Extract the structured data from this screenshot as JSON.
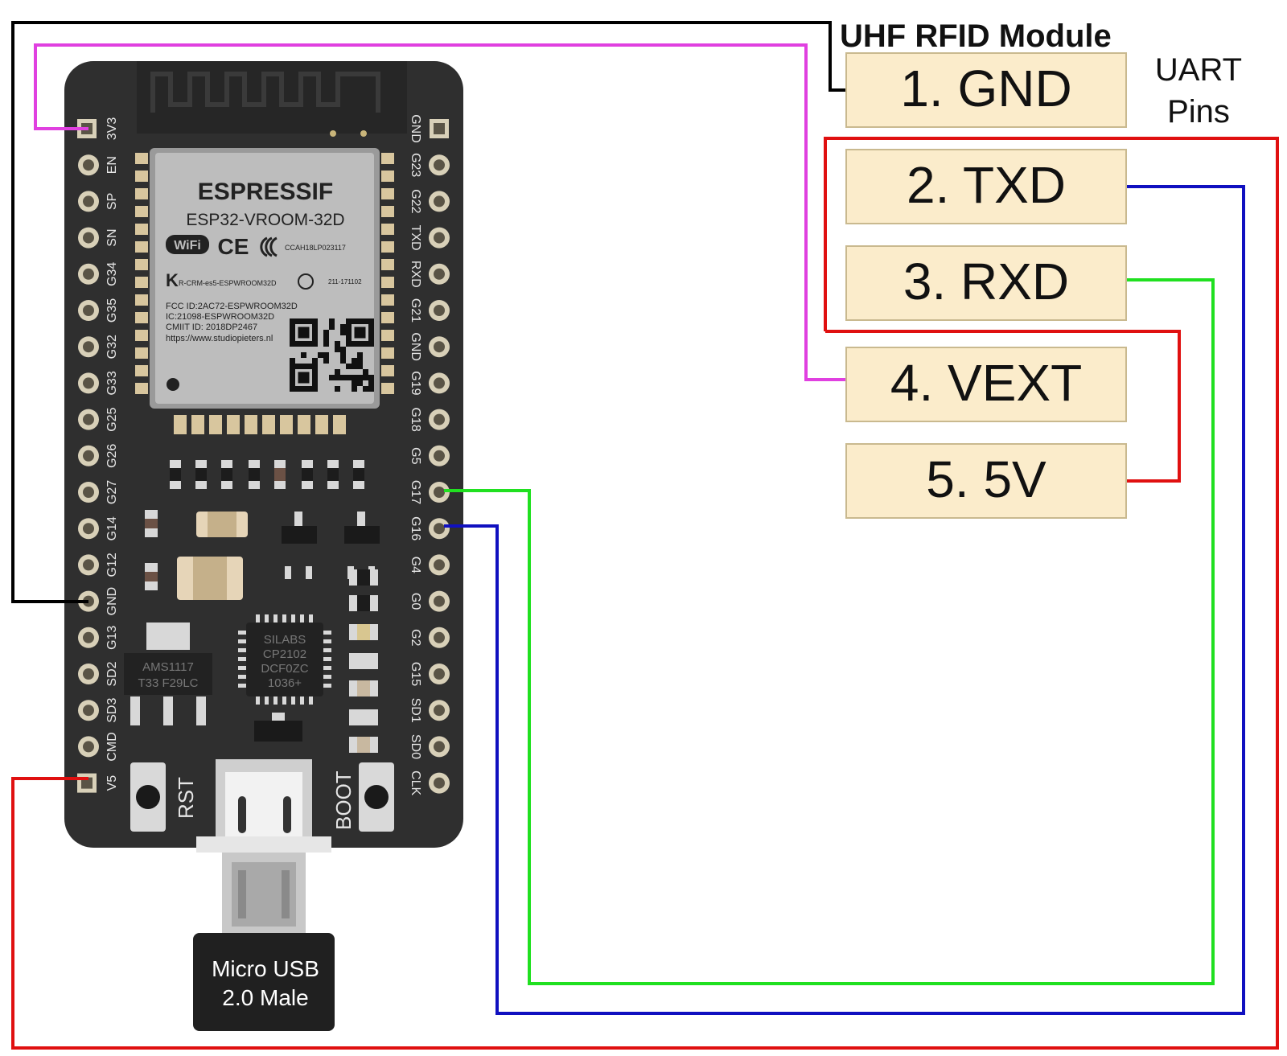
{
  "module": {
    "title": "UHF RFID Module",
    "side_label_line1": "UART",
    "side_label_line2": "Pins",
    "pins": [
      {
        "label": "1. GND"
      },
      {
        "label": "2. TXD"
      },
      {
        "label": "3. RXD"
      },
      {
        "label": "4. VEXT"
      },
      {
        "label": "5. 5V"
      }
    ]
  },
  "board": {
    "chip_brand": "ESPRESSIF",
    "chip_model": "ESP32-VROOM-32D",
    "wifi_logo": "WiFi",
    "ce_mark": "CE",
    "fcc_id_short": "CCAH18LP023117",
    "kc_text": "R-CRM-es5-ESPWROOM32D",
    "kc_num": "211-171102",
    "fcc_line1": "FCC ID:2AC72-ESPWROOM32D",
    "fcc_line2": "IC:21098-ESPWROOM32D",
    "fcc_line3": "CMIIT ID: 2018DP2467",
    "fcc_line4": "https://www.studiopieters.nl",
    "left_pins": [
      "3V3",
      "EN",
      "SP",
      "SN",
      "G34",
      "G35",
      "G32",
      "G33",
      "G25",
      "G26",
      "G27",
      "G14",
      "G12",
      "GND",
      "G13",
      "SD2",
      "SD3",
      "CMD",
      "V5"
    ],
    "right_pins": [
      "GND",
      "G23",
      "G22",
      "TXD",
      "RXD",
      "G21",
      "GND",
      "G19",
      "G18",
      "G5",
      "G17",
      "G16",
      "G4",
      "G0",
      "G2",
      "G15",
      "SD1",
      "SD0",
      "CLK"
    ],
    "rst_label": "RST",
    "boot_label": "BOOT",
    "regulator_line1": "AMS1117",
    "regulator_line2": "T33 F29LC",
    "usb_chip_line1": "SILABS",
    "usb_chip_line2": "CP2102",
    "usb_chip_line3": "DCF0ZC",
    "usb_chip_line4": "1036+"
  },
  "usb_plug": {
    "line1": "Micro USB",
    "line2": "2.0 Male"
  },
  "wires": [
    {
      "from": "GND",
      "to": "1. GND",
      "color": "#000000"
    },
    {
      "from": "3V3",
      "to": "4. VEXT",
      "color": "#e040e0"
    },
    {
      "from": "V5",
      "to": "5. 5V",
      "color": "#e01010"
    },
    {
      "from": "G17",
      "to": "3. RXD",
      "color": "#20e020"
    },
    {
      "from": "G16",
      "to": "2. TXD",
      "color": "#1010c0"
    }
  ],
  "colors": {
    "pcb": "#2f2f2f",
    "module_box_fill": "#fbeccb",
    "module_box_stroke": "#c9b98f",
    "gnd_wire": "#000000",
    "vext_wire": "#e040e0",
    "power_wire": "#e01010",
    "rx_wire": "#20e020",
    "tx_wire": "#1010c0"
  }
}
